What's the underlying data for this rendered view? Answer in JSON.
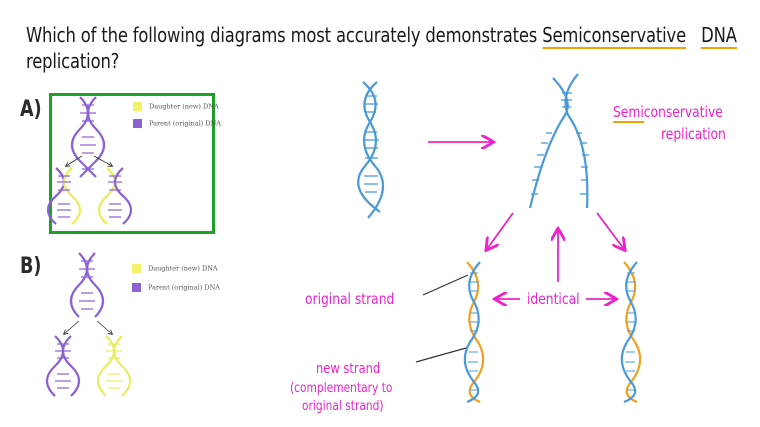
{
  "question": {
    "line1_prefix": "Which of the following diagrams most accurately demonstrates ",
    "line1_highlight1": "Semiconservative",
    "line1_highlight2": "DNA",
    "line2": "replication?"
  },
  "options": [
    {
      "label": "A)",
      "selected": true,
      "legend": [
        {
          "text": "Daughter (new) DNA",
          "color": "#f2f26a"
        },
        {
          "text": "Parent (original) DNA",
          "color": "#8a62d6"
        }
      ]
    },
    {
      "label": "B)",
      "selected": false,
      "legend": [
        {
          "text": "Daughter (new) DNA",
          "color": "#f2f26a"
        },
        {
          "text": "Parent (original) DNA",
          "color": "#8a62d6"
        }
      ]
    }
  ],
  "explanation": {
    "title_highlight": "Semi",
    "title_rest": "conservative",
    "title_line2": "replication",
    "label_original": "original strand",
    "label_identical": "identical",
    "label_new_line1": "new strand",
    "label_new_line2": "(complementary to",
    "label_new_line3": "original strand)"
  },
  "colors": {
    "selected_border": "#1fa02a",
    "annotation": "#ee22cc",
    "underline": "#f2a200",
    "dna_blue": "#4a9ad8",
    "dna_orange": "#f2a020",
    "parent_purple": "#8a62d6",
    "daughter_yellow": "#e8ee60"
  }
}
